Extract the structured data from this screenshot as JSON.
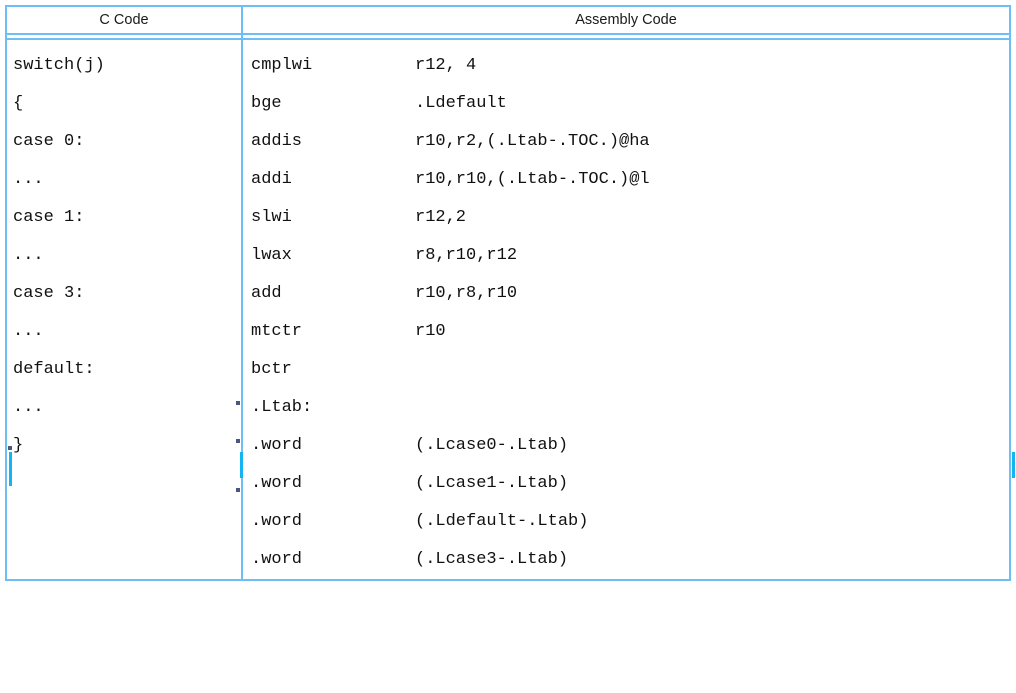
{
  "table": {
    "headers": {
      "c_code": "C Code",
      "assembly_code": "Assembly Code"
    },
    "border_color": "#6cbef5",
    "highlight_color": "#14b4f0",
    "text_color": "#111111",
    "c_rows": [
      "switch(j)",
      "{",
      "case 0:",
      "...",
      "case 1:",
      "...",
      "case 3:",
      "...",
      "default:",
      "...",
      "}",
      "",
      "",
      ""
    ],
    "asm_rows": [
      {
        "mnemonic": "cmplwi",
        "operand": "r12, 4"
      },
      {
        "mnemonic": "bge",
        "operand": ".Ldefault"
      },
      {
        "mnemonic": "addis",
        "operand": "r10,r2,(.Ltab-.TOC.)@ha"
      },
      {
        "mnemonic": "addi",
        "operand": "r10,r10,(.Ltab-.TOC.)@l"
      },
      {
        "mnemonic": "slwi",
        "operand": "r12,2"
      },
      {
        "mnemonic": "lwax",
        "operand": "r8,r10,r12"
      },
      {
        "mnemonic": "add",
        "operand": "r10,r8,r10"
      },
      {
        "mnemonic": "mtctr",
        "operand": "r10"
      },
      {
        "mnemonic": "bctr",
        "operand": ""
      },
      {
        "mnemonic": ".Ltab:",
        "operand": ""
      },
      {
        "mnemonic": ".word",
        "operand": "(.Lcase0-.Ltab)"
      },
      {
        "mnemonic": ".word",
        "operand": "(.Lcase1-.Ltab)"
      },
      {
        "mnemonic": ".word",
        "operand": "(.Ldefault-.Ltab)"
      },
      {
        "mnemonic": ".word",
        "operand": "(.Lcase3-.Ltab)"
      }
    ]
  }
}
